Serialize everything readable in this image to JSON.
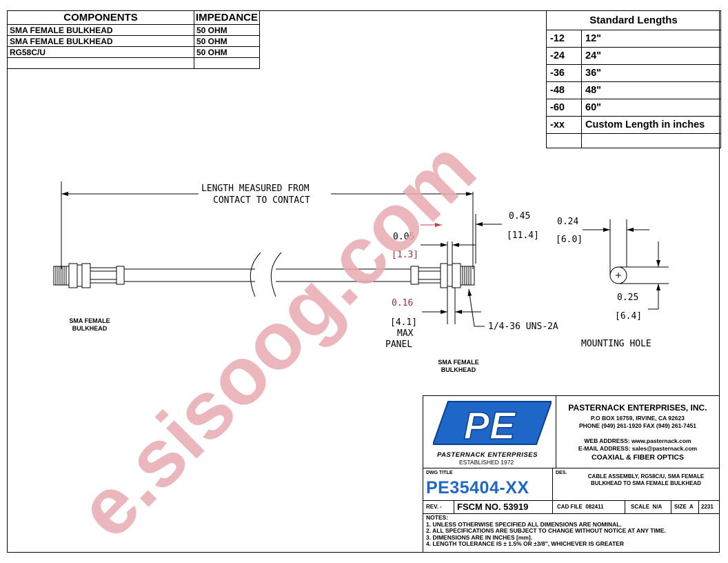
{
  "components_table": {
    "headers": [
      "COMPONENTS",
      "IMPEDANCE"
    ],
    "rows": [
      [
        "SMA FEMALE BULKHEAD",
        "50 OHM"
      ],
      [
        "SMA FEMALE BULKHEAD",
        "50 OHM"
      ],
      [
        "RG58C/U",
        "50 OHM"
      ],
      [
        "",
        ""
      ]
    ]
  },
  "standard_lengths": {
    "title": "Standard Lengths",
    "rows": [
      [
        "-12",
        "12\""
      ],
      [
        "-24",
        "24\""
      ],
      [
        "-36",
        "36\""
      ],
      [
        "-48",
        "48\""
      ],
      [
        "-60",
        "60\""
      ],
      [
        "-xx",
        "Custom Length in inches"
      ],
      [
        "",
        ""
      ]
    ]
  },
  "drawing": {
    "length_line1": "LENGTH MEASURED FROM",
    "length_line2": "CONTACT TO CONTACT",
    "dim_045": "0.45",
    "dim_114": "[11.4]",
    "dim_005": "0.05",
    "dim_13": "[1.3]",
    "dim_016": "0.16",
    "dim_41": "[4.1]",
    "max_panel_1": "MAX",
    "max_panel_2": "PANEL",
    "thread": "1/4-36 UNS-2A",
    "dim_024": "0.24",
    "dim_60": "[6.0]",
    "dim_025": "0.25",
    "dim_64": "[6.4]",
    "mounting_hole": "MOUNTING HOLE",
    "left_label_1": "SMA FEMALE",
    "left_label_2": "BULKHEAD",
    "right_label_1": "SMA FEMALE",
    "right_label_2": "BULKHEAD"
  },
  "title_block": {
    "logo_letters": "PE",
    "logo_name": "PASTERNACK ENTERPRISES",
    "established": "ESTABLISHED 1972",
    "company": "PASTERNACK ENTERPRISES, INC.",
    "address1": "P.O BOX 16759, IRVINE, CA 92623",
    "address2": "PHONE (949) 261-1920 FAX (949) 261-7451",
    "web": "WEB ADDRESS: www.pasternack.com",
    "email": "E-MAIL ADDRESS: sales@pasternack.com",
    "tagline": "COAXIAL & FIBER OPTICS",
    "dwg_title_label": "DWG TITLE",
    "part_number": "PE35404-XX",
    "des_label": "DES.",
    "description1": "CABLE ASSEMBLY, RG58C/U, SMA FEMALE",
    "description2": "BULKHEAD TO SMA FEMALE BULKHEAD",
    "rev_label": "REV. -",
    "fscm": "FSCM NO. 53919",
    "cad_file": "CAD FILE  082411",
    "scale": "SCALE  N/A",
    "size": "SIZE  A",
    "sheet": "2231",
    "notes_title": "NOTES:",
    "notes": [
      "1.  UNLESS OTHERWISE SPECIFIED ALL DIMENSIONS ARE NOMINAL.",
      "2.  ALL SPECIFICATIONS ARE SUBJECT TO CHANGE WITHOUT NOTICE AT ANY TIME.",
      "3.  DIMENSIONS ARE IN INCHES [mm].",
      "4.  LENGTH TOLERANCE IS ± 1.5% OR ±3/8\", WHICHEVER IS GREATER"
    ]
  },
  "watermark": "e.sisoog.com",
  "colors": {
    "logo_blue": "#1f66c9",
    "watermark": "#e8aab0",
    "part_number": "#1f66c9"
  }
}
